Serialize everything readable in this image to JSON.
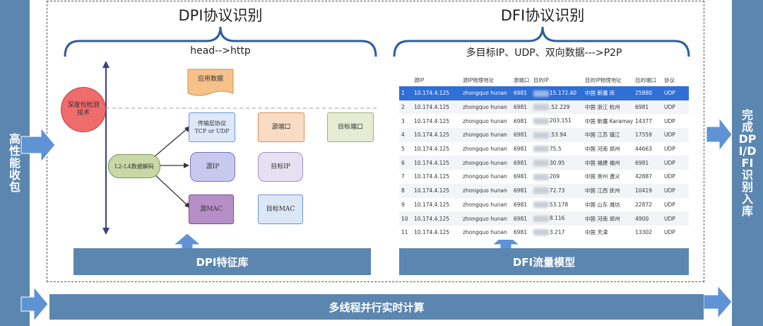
{
  "left_bar": [
    "高",
    "性",
    "能",
    "收",
    "包"
  ],
  "right_bar": [
    "完",
    "成",
    "DP",
    "I/D",
    "FI",
    "识",
    "别",
    "入",
    "库"
  ],
  "bottom_bar": "多线程并行实时计算",
  "dpi": {
    "title": "DPI协议识别",
    "subtitle": "head-->http",
    "footer": "DPI特征库",
    "circle": "深度包检测技术",
    "app_data": "应用数据",
    "decoder": "L2-L4数据解码",
    "transport": "传输层协议\nTCP or UDP",
    "src_port": "源端口",
    "dst_port": "目标端口",
    "src_ip": "源IP",
    "dst_ip": "目标IP",
    "src_mac": "源MAC",
    "dst_mac": "目标MAC"
  },
  "dfi": {
    "title": "DFI协议识别",
    "subtitle": "多目标IP、UDP、双向数据--->P2P",
    "footer": "DFI流量模型",
    "headers": [
      "",
      "源IP",
      "源IP物理地址",
      "源端口",
      "目的IP",
      "目的IP物理地址",
      "目的端口",
      "协议"
    ],
    "rows": [
      [
        "1",
        "10.174.4.125",
        "zhongquo hunan",
        "6981",
        "15.172.40",
        "中国 新疆 库",
        "25880",
        "UDP"
      ],
      [
        "2",
        "10.174.4.125",
        "zhongquo hunan",
        "6981",
        ".52.229",
        "中国 浙江 杭州",
        "6981",
        "UDP"
      ],
      [
        "3",
        "10.174.4.125",
        "zhongquo hunan",
        "6981",
        "203.151",
        "中国 新疆 Karamay",
        "14377",
        "UDP"
      ],
      [
        "4",
        "10.174.4.125",
        "zhongquo hunan",
        "6981",
        ".53.94",
        "中国 江苏 镇江",
        "17559",
        "UDP"
      ],
      [
        "5",
        "10.174.4.125",
        "zhongquo hunan",
        "6981",
        "75.5",
        "中国 河南 郑州",
        "44663",
        "UDP"
      ],
      [
        "6",
        "10.174.4.125",
        "zhongquo hunan",
        "6981",
        "30.95",
        "中国 福建 福州",
        "6981",
        "UDP"
      ],
      [
        "7",
        "10.174.4.125",
        "zhongquo hunan",
        "6981",
        "209",
        "中国 贵州 遵义",
        "42887",
        "UDP"
      ],
      [
        "8",
        "10.174.4.125",
        "zhongquo hunan",
        "6981",
        "72.73",
        "中国 江西 抚州",
        "10419",
        "UDP"
      ],
      [
        "9",
        "10.174.4.125",
        "zhongquo hunan",
        "6981",
        "53.178",
        "中国 山东 潍坊",
        "22872",
        "UDP"
      ],
      [
        "10",
        "10.174.4.125",
        "zhongquo hunan",
        "6981",
        "8.116",
        "中国 河南 郑州",
        "4900",
        "UDP"
      ],
      [
        "11",
        "10.174.4.125",
        "zhongquo hunan",
        "6981",
        "3.217",
        "中国 天津",
        "13302",
        "UDP"
      ]
    ]
  }
}
